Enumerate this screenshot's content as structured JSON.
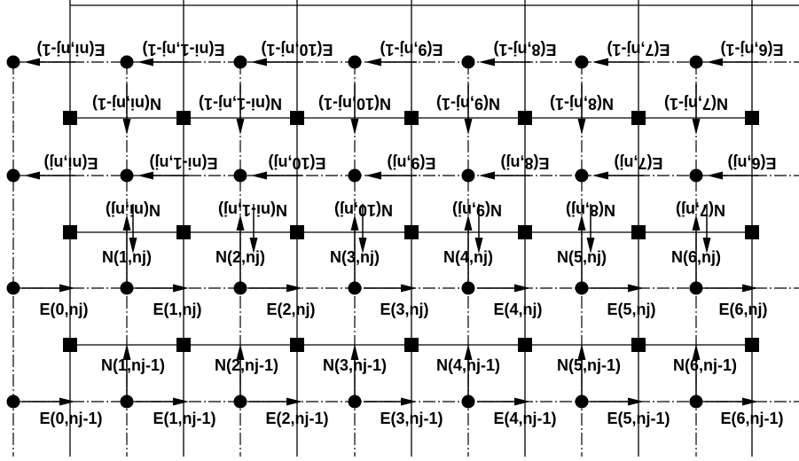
{
  "diagram": {
    "top_flux_labels": [
      "E(ni,nj-1)",
      "E(ni-1,nj-1)",
      "E(10,nj-1)",
      "E(9,nj-1)",
      "E(8,nj-1)",
      "E(7,nj-1)",
      "E(6,nj-1)"
    ],
    "top_n_labels": [
      "N(ni,nj-1)",
      "N(ni-1,nj-1)",
      "N(10,nj-1)",
      "N(9,nj-1)",
      "N(8,nj-1)",
      "N(7,nj-1)"
    ],
    "mid_flux_labels": [
      "E(ni,nj)",
      "E(ni-1,nj)",
      "E(10,nj)",
      "E(9,nj)",
      "E(8,nj)",
      "E(7,nj)",
      "E(6,nj)"
    ],
    "mid_n_labels": [
      "N(ni,nj)",
      "N(ni-1,nj)",
      "N(10,nj)",
      "N(9,nj)",
      "N(8,nj)",
      "N(7,nj)"
    ],
    "n_nj_labels": [
      "N(1,nj)",
      "N(2,nj)",
      "N(3,nj)",
      "N(4,nj)",
      "N(5,nj)",
      "N(6,nj)"
    ],
    "e_nj_labels": [
      "E(0,nj)",
      "E(1,nj)",
      "E(2,nj)",
      "E(3,nj)",
      "E(4,nj)",
      "E(5,nj)",
      "E(6,nj)"
    ],
    "n_njm1_labels": [
      "N(1,nj-1)",
      "N(2,nj-1)",
      "N(3,nj-1)",
      "N(4,nj-1)",
      "N(5,nj-1)",
      "N(6,nj-1)"
    ],
    "e_njm1_labels": [
      "E(0,nj-1)",
      "E(1,nj-1)",
      "E(2,nj-1)",
      "E(3,nj-1)",
      "E(4,nj-1)",
      "E(5,nj-1)",
      "E(6,nj-1)"
    ],
    "node_symbol": "filled-circle",
    "cell_center_symbol": "filled-square",
    "line_color": "#000000"
  }
}
